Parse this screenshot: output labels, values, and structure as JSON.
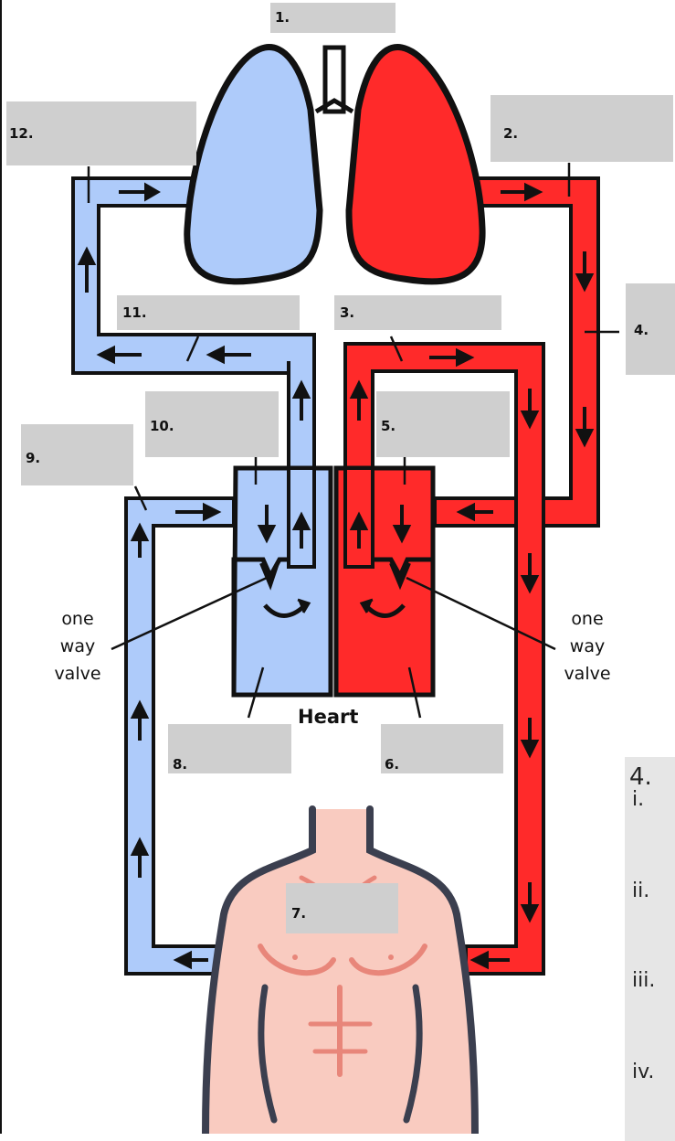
{
  "diagram_title": "Heart",
  "labels": {
    "n1": "1.",
    "n2": "2.",
    "n3": "3.",
    "n4": "4.",
    "n5": "5.",
    "n6": "6.",
    "n7": "7.",
    "n8": "8.",
    "n9": "9.",
    "n10": "10.",
    "n11": "11.",
    "n12": "12."
  },
  "valve_left": [
    "one",
    "way",
    "valve"
  ],
  "valve_right": [
    "one",
    "way",
    "valve"
  ],
  "question_panel": {
    "number": "4.",
    "items": [
      "i.",
      "ii.",
      "iii.",
      "iv."
    ]
  },
  "colors": {
    "deoxygenated": "#aecbfa",
    "oxygenated": "#ff2a2a",
    "outline": "#111111",
    "body_skin": "#f9cbc0",
    "label_box": "#cfcfcf"
  }
}
